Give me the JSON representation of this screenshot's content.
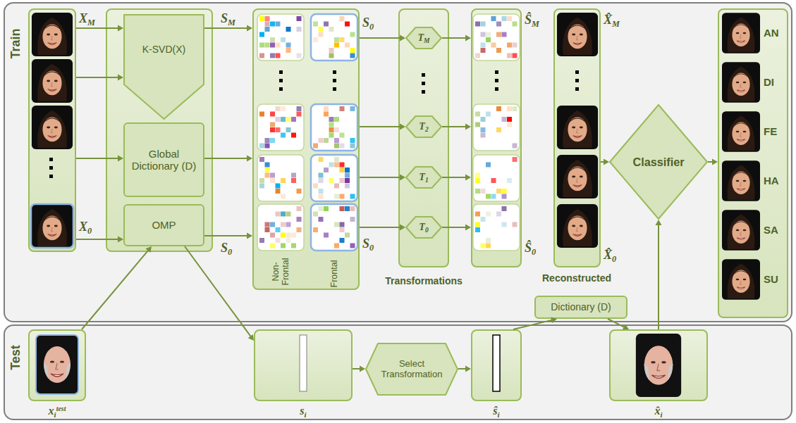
{
  "diagram": {
    "nodes": [
      {
        "text": [
          "Train"
        ]
      },
      {
        "text": [
          "XM",
          "X0"
        ],
        "in": 0
      },
      {
        "text": [
          "K-SVD(X)"
        ],
        "in": 0
      },
      {
        "text": [
          "Global Dictionary (D)"
        ],
        "in": 0
      },
      {
        "text": [
          "OMP"
        ],
        "in": 0
      },
      {
        "text": [
          "SM",
          "S0",
          "S0",
          "S0",
          "Non- Frontal",
          "Frontal"
        ],
        "in": 0
      },
      {
        "text": [
          "Transformations"
        ],
        "in": 0
      },
      {
        "text": [
          "TM"
        ],
        "in": 6
      },
      {
        "text": [
          "T2"
        ],
        "in": 6
      },
      {
        "text": [
          "T1"
        ],
        "in": 6
      },
      {
        "text": [
          "T0"
        ],
        "in": 6
      },
      {
        "text": [
          "ŜM",
          "Ŝ0"
        ],
        "in": 0
      },
      {
        "text": [
          "X̂M",
          "X̂0",
          "Reconstructed"
        ],
        "in": 0
      },
      {
        "text": [
          "Dictionary (D)"
        ],
        "in": 0
      },
      {
        "text": [
          "Classifier"
        ],
        "in": 0
      },
      {
        "text": [
          "AN",
          "DI",
          "FE",
          "HA",
          "SA",
          "SU"
        ],
        "in": 0
      },
      {
        "text": [
          "Test"
        ]
      },
      {
        "text": [
          "xitest"
        ],
        "in": 16
      },
      {
        "text": [
          "si"
        ],
        "in": 16
      },
      {
        "text": [
          "Select Transformation"
        ],
        "in": 16
      },
      {
        "text": [
          "ŝi"
        ],
        "in": 16
      },
      {
        "text": [
          "x̂i"
        ],
        "in": 16
      }
    ],
    "edges": [
      {
        "from": 1,
        "to": 2,
        "arrow": "to"
      },
      {
        "from": 1,
        "to": 2,
        "arrow": "to"
      },
      {
        "from": 1,
        "to": 3,
        "arrow": "to"
      },
      {
        "from": 1,
        "to": 4,
        "arrow": "to"
      },
      {
        "from": 2,
        "to": 5,
        "arrow": "to"
      },
      {
        "from": 3,
        "to": 5,
        "arrow": "to"
      },
      {
        "from": 4,
        "to": 5,
        "arrow": "to"
      },
      {
        "from": 5,
        "to": 7,
        "arrow": "to"
      },
      {
        "from": 5,
        "to": 8,
        "arrow": "to"
      },
      {
        "from": 5,
        "to": 9,
        "arrow": "to"
      },
      {
        "from": 5,
        "to": 10,
        "arrow": "to"
      },
      {
        "from": 7,
        "to": 11,
        "arrow": "to"
      },
      {
        "from": 8,
        "to": 11,
        "arrow": "to"
      },
      {
        "from": 9,
        "to": 11,
        "arrow": "to"
      },
      {
        "from": 10,
        "to": 11,
        "arrow": "to"
      },
      {
        "from": 12,
        "to": 14,
        "arrow": "to"
      },
      {
        "from": 14,
        "to": 15,
        "arrow": "to"
      },
      {
        "from": 17,
        "to": 4,
        "arrow": "to"
      },
      {
        "from": 4,
        "to": 18,
        "arrow": "to"
      },
      {
        "from": 18,
        "to": 19,
        "arrow": "to"
      },
      {
        "from": 19,
        "to": 20,
        "arrow": "to"
      },
      {
        "from": 20,
        "to": 13,
        "arrow": "to"
      },
      {
        "from": 13,
        "to": 21,
        "arrow": "to"
      },
      {
        "from": 21,
        "to": 14,
        "arrow": "to"
      }
    ]
  }
}
